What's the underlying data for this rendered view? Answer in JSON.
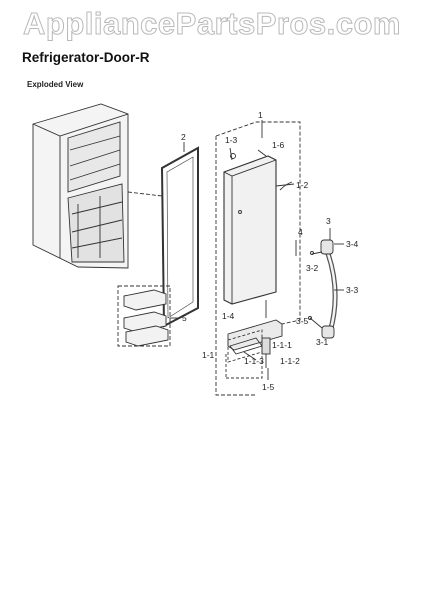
{
  "watermark": "AppliancePartsPros.com",
  "title": "Refrigerator-Door-R",
  "view_label": "Exploded View",
  "callouts": {
    "c1": "1",
    "c1_3": "1-3",
    "c1_6": "1-6",
    "c1_2": "1-2",
    "c2": "2",
    "c3": "3",
    "c3_4": "3-4",
    "c3_2": "3-2",
    "c3_3": "3-3",
    "c3_5": "3-5",
    "c3_1": "3-1",
    "c4": "4",
    "c5": "5",
    "c1_4": "1-4",
    "c1_1": "1-1",
    "c1_1_1": "1-1-1",
    "c1_1_3": "1-1-3",
    "c1_1_2": "1-1-2",
    "c1_5": "1-5"
  }
}
